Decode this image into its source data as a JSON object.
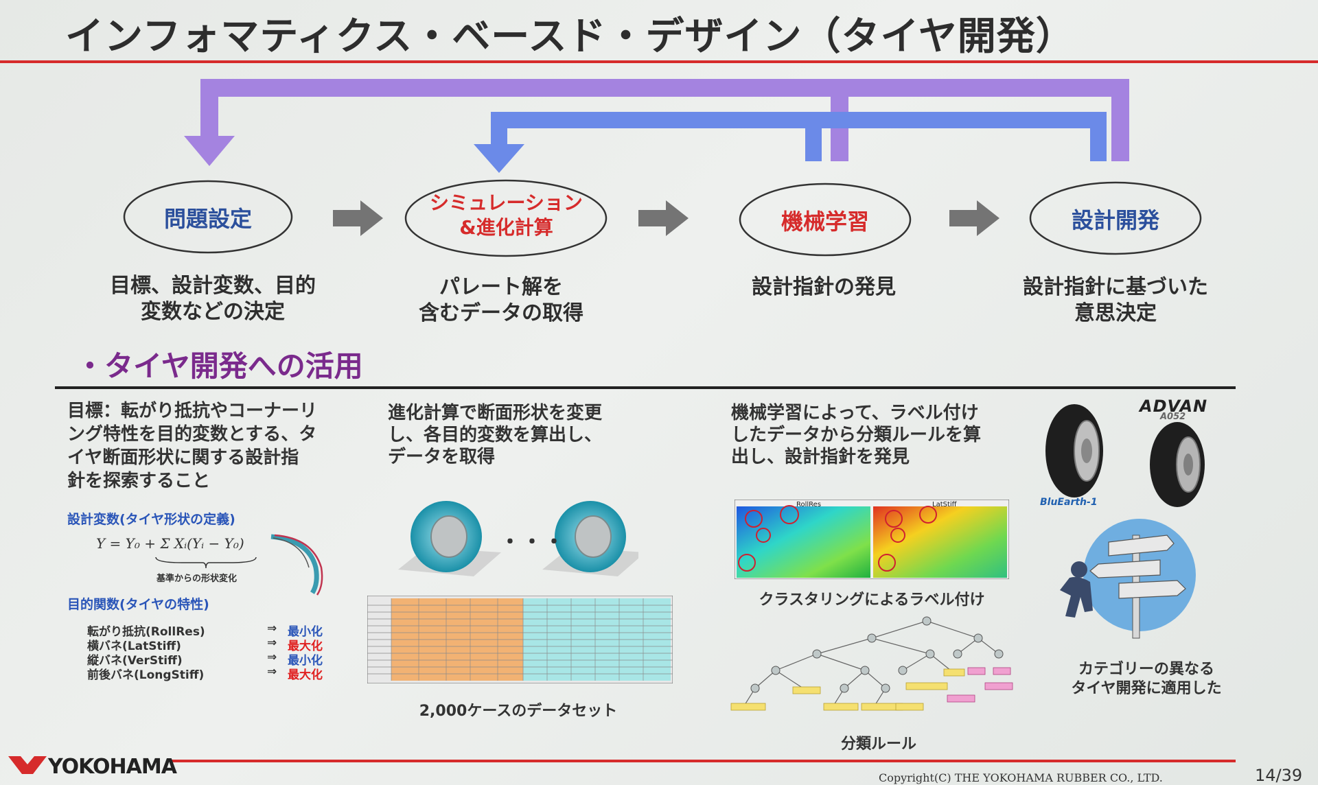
{
  "slide": {
    "title": "インフォマティクス・ベースド・デザイン（タイヤ開発）",
    "page": "14/39",
    "copyright": "Copyright(C) THE YOKOHAMA RUBBER CO., LTD.",
    "logo": "YOKOHAMA"
  },
  "flow": {
    "steps": [
      {
        "oval_lines": [
          "問題設定"
        ],
        "oval_color": "#2b4f9c",
        "desc": [
          "目標、設計変数、目的",
          "変数などの決定"
        ]
      },
      {
        "oval_lines": [
          "シミュレーション",
          "&進化計算"
        ],
        "oval_color": "#d62b2b",
        "desc": [
          "パレート解を",
          "含むデータの取得"
        ]
      },
      {
        "oval_lines": [
          "機械学習"
        ],
        "oval_color": "#d62b2b",
        "desc": [
          "設計指針の発見"
        ]
      },
      {
        "oval_lines": [
          "設計開発"
        ],
        "oval_color": "#2b4f9c",
        "desc": [
          "設計指針に基づいた",
          "意思決定"
        ]
      }
    ],
    "colors": {
      "purple": "#a483e0",
      "blue": "#6b8ae8",
      "gray_arrow": "#747474"
    }
  },
  "section": {
    "heading": "・タイヤ開発への活用",
    "col1": {
      "text": [
        "目標：転がり抵抗やコーナーリ",
        "ング特性を目的変数とする、タ",
        "イヤ断面形状に関する設計指",
        "針を探索すること"
      ],
      "design_var_label": "設計変数(タイヤ形状の定義)",
      "formula": "Y = Y₀ + Σ Xᵢ(Yᵢ − Y₀)",
      "formula_sub": "基準からの形状変化",
      "objective_label": "目的関数(タイヤの特性)",
      "objectives": [
        {
          "name": "転がり抵抗(RollRes)",
          "arrow": "⇒",
          "dir": "最小化",
          "color": "#2a55b8"
        },
        {
          "name": "横バネ(LatStiff)",
          "arrow": "⇒",
          "dir": "最大化",
          "color": "#e02020"
        },
        {
          "name": "縦バネ(VerStiff)",
          "arrow": "⇒",
          "dir": "最小化",
          "color": "#2a55b8"
        },
        {
          "name": "前後バネ(LongStiff)",
          "arrow": "⇒",
          "dir": "最大化",
          "color": "#e02020"
        }
      ]
    },
    "col2": {
      "text": [
        "進化計算で断面形状を変更",
        "し、各目的変数を算出し、",
        "データを取得"
      ],
      "ellipsis": "・・・",
      "caption": "2,000ケースのデータセット"
    },
    "col3": {
      "text": [
        "機械学習によって、ラベル付け",
        "したデータから分類ルールを算",
        "出し、設計指針を発見"
      ],
      "map_labels": [
        "RollRes",
        "LatStiff"
      ],
      "caption1": "クラスタリングによるラベル付け",
      "caption2": "分類ルール"
    },
    "col4": {
      "brand1": "ADVAN",
      "brand1_sub": "A052",
      "brand2": "BluEarth-1",
      "caption": [
        "カテゴリーの異なる",
        "タイヤ開発に適用した"
      ]
    }
  }
}
